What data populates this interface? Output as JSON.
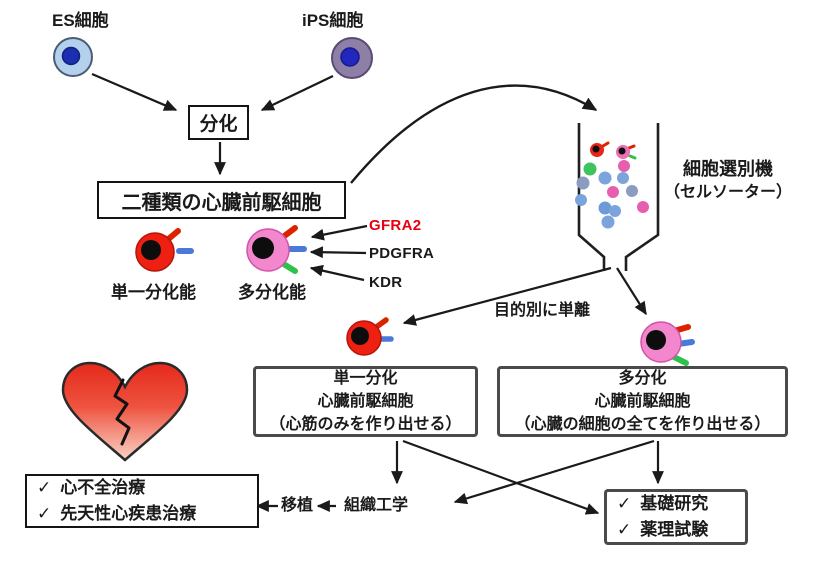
{
  "diagram": {
    "es_cell_label": "ES細胞",
    "ips_cell_label": "iPS細胞",
    "differentiation_label": "分化",
    "two_types_label": "二種類の心臓前駆細胞",
    "unipotent_label": "単一分化能",
    "multipotent_label": "多分化能",
    "marker_gfra2": "GFRA2",
    "marker_pdgfra": "PDGFRA",
    "marker_kdr": "KDR",
    "sorter_line1": "細胞選別機",
    "sorter_line2": "（セルソーター）",
    "isolate_label": "目的別に単離",
    "unipotent_box_lines": [
      "単一分化",
      "心臓前駆細胞",
      "（心筋のみを作り出せる）"
    ],
    "multipotent_box_lines": [
      "多分化",
      "心臓前駆細胞",
      "（心臓の細胞の全てを作り出せる）"
    ],
    "check_glyph": "✓",
    "therapy_items": [
      "心不全治療",
      "先天性心疾患治療"
    ],
    "research_items": [
      "基礎研究",
      "薬理試験"
    ],
    "transplant_label": "移植",
    "tissue_engineering_label": "組織工学"
  },
  "colors": {
    "gfra2_text": "#e60012",
    "unipotent_cell_body": "#ee2012",
    "unipotent_cell_edge": "#b5150a",
    "multipotent_cell_body": "#f287cd",
    "multipotent_cell_edge": "#d154a9",
    "es_cell_body": "#b3d1ec",
    "es_cell_nucleus": "#1b2fb0",
    "ips_cell_body": "#8d7fa6",
    "ips_cell_nucleus": "#2227bd",
    "cell_nucleus_black": "#0d0d0d",
    "receptor_red": "#dd2200",
    "receptor_blue": "#4b79d8",
    "receptor_green": "#2ec24a",
    "sorter_dot_pink": "#e55fae",
    "sorter_dot_blue": "#7ba3dc",
    "sorter_dot_slate": "#8b9cc0",
    "sorter_dot_green": "#3ec45c",
    "heart_top": "#e5291b",
    "heart_bottom": "#f9d2c6",
    "arrow": "#1a1a1a"
  }
}
